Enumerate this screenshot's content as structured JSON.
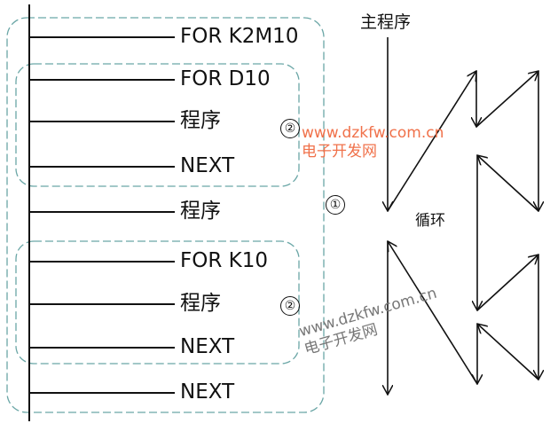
{
  "ladder": {
    "rungs": [
      "FOR  K2M10",
      "FOR  D10",
      "程序",
      "NEXT",
      "程序",
      "FOR  K10",
      "程序",
      "NEXT",
      "NEXT"
    ],
    "markers": {
      "inner_top": "②",
      "inner_bottom": "②",
      "outer": "①"
    }
  },
  "flow": {
    "title": "主程序",
    "loop_label": "循环"
  },
  "watermarks": {
    "orange": {
      "url": "www.dzkfw.com.cn",
      "name": "电子开发网"
    },
    "gray": {
      "url": "www.dzkfw.com.cn",
      "name": "电子开发网"
    }
  },
  "colors": {
    "box_dash": "#6aa6a6",
    "watermark_orange": "#f0714a"
  }
}
